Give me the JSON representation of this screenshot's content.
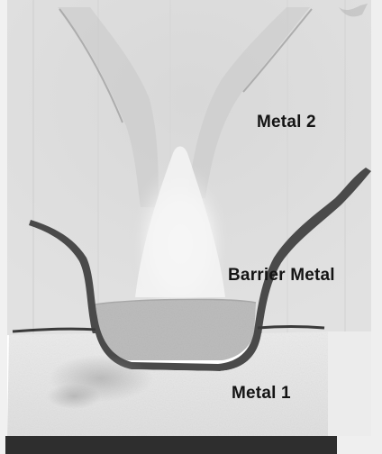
{
  "labels": {
    "metal2": "Metal 2",
    "barrier_metal": "Barrier Metal",
    "metal1": "Metal 1"
  },
  "colors": {
    "background": "#ffffff",
    "upper_layer": "#e2e2e2",
    "lower_layer": "#e9e9e9",
    "barrier_line": "#4a4a4a",
    "substrate_band": "#303030",
    "via_glow": "#f7f7f7"
  }
}
